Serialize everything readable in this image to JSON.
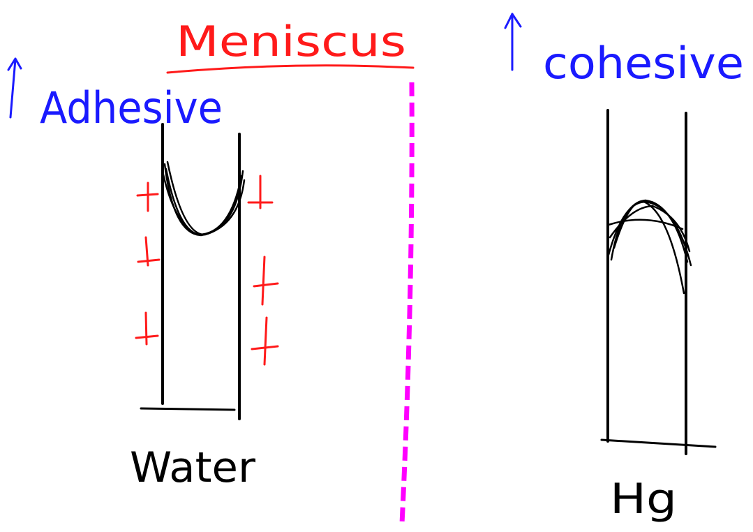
{
  "heading": {
    "text": "Meniscus",
    "color": "#ff1a1a"
  },
  "left_panel": {
    "label": "Adhesive",
    "arrow": "up-arrow-icon",
    "label_color": "#1a1aff",
    "liquid": "Water",
    "charge_symbol": "+",
    "charge_color": "#ff1a1a",
    "charge_count": 6
  },
  "right_panel": {
    "label": "cohesive",
    "arrow": "up-arrow-icon",
    "label_color": "#1a1aff",
    "liquid": "Hg"
  },
  "divider": {
    "color": "#ff00ff",
    "style": "dashed"
  }
}
